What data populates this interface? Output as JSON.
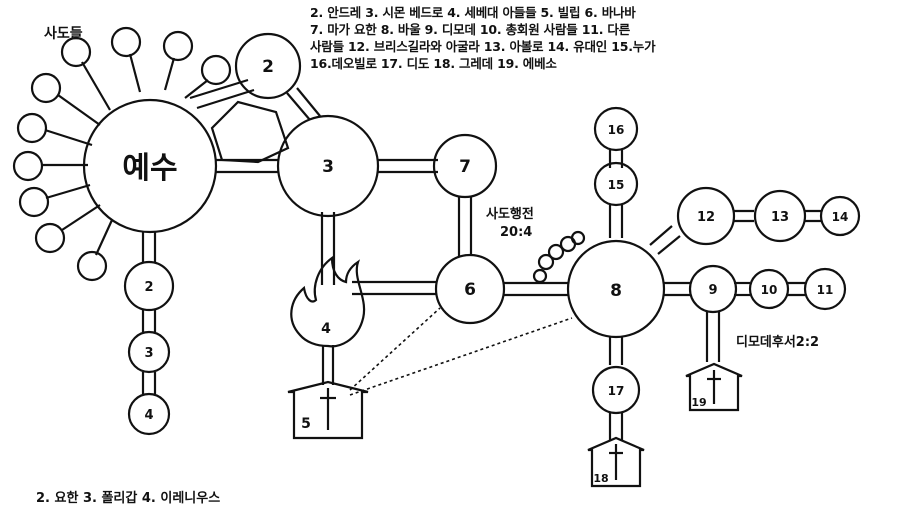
{
  "header": {
    "label_apostles": "사도들",
    "legend_lines": [
      "2. 안드레 3. 시몬 베드로 4. 세베대 아들들 5. 빌립 6. 바나바",
      "7. 마가 요한 8. 바울 9. 디모데 10. 총회원 사람들 11. 다른",
      "사람들 12. 브리스길라와 아굴라 13. 아볼로 14. 유대인 15.누가",
      "16.데오빌로 17. 디도 18. 그레데 19. 에베소"
    ]
  },
  "nodes": {
    "jesus": "예수",
    "n2_top": "2",
    "n3_center": "3",
    "n7": "7",
    "n4_fire": "4",
    "n6": "6",
    "n8": "8",
    "n9": "9",
    "n10": "10",
    "n11": "11",
    "n12": "12",
    "n13": "13",
    "n14": "14",
    "n15": "15",
    "n16": "16",
    "n17": "17",
    "chain_2": "2",
    "chain_3": "3",
    "chain_4": "4",
    "church_5": "5",
    "church_18": "18",
    "church_19": "19"
  },
  "annotations": {
    "acts_ref_line1": "사도행전",
    "acts_ref_line2": "20:4",
    "timothy_ref": "디모데후서2:2"
  },
  "footer": {
    "legend": "2. 요한 3. 폴리갑 4. 이레니우스"
  }
}
